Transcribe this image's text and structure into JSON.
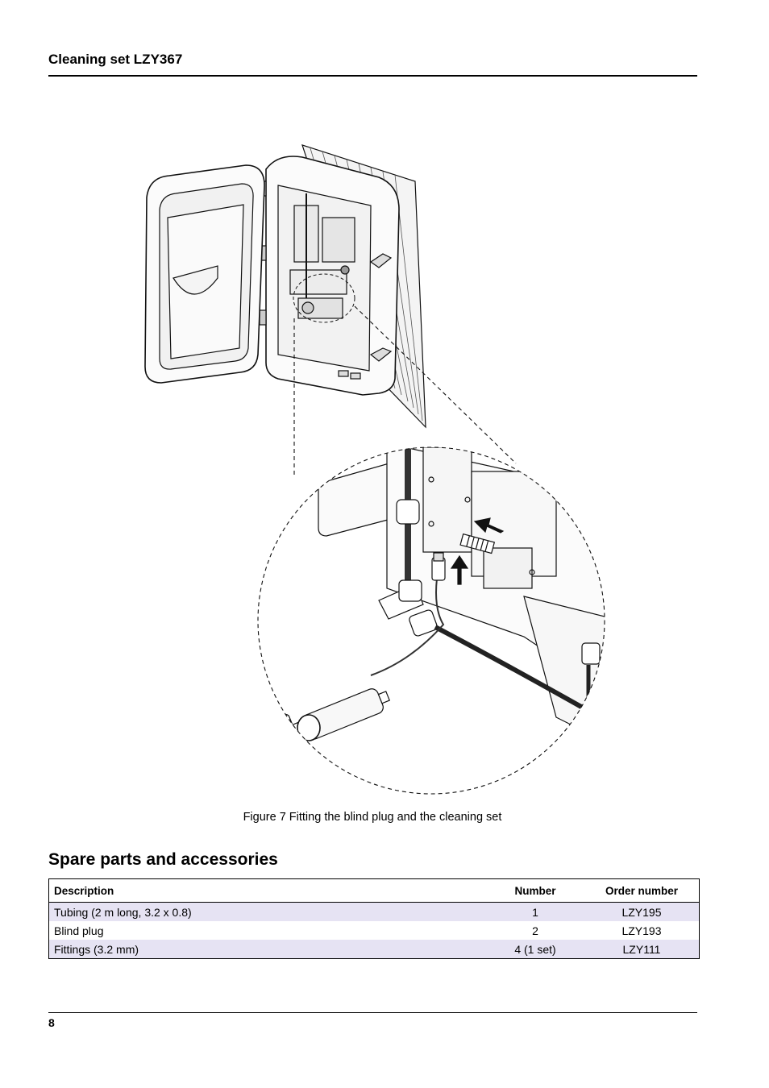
{
  "header": {
    "title": "Cleaning set LZY367"
  },
  "figure": {
    "caption": "Figure 7 Fitting the blind plug and the cleaning set"
  },
  "section": {
    "title": "Spare parts and accessories"
  },
  "table": {
    "headers": {
      "description": "Description",
      "number": "Number",
      "order": "Order number"
    },
    "rows": [
      {
        "description": "Tubing (2 m long, 3.2 x 0.8)",
        "number": "1",
        "order": "LZY195"
      },
      {
        "description": "Blind plug",
        "number": "2",
        "order": "LZY193"
      },
      {
        "description": "Fittings (3.2 mm)",
        "number": "4 (1 set)",
        "order": "LZY111"
      }
    ]
  },
  "footer": {
    "page_number": "8"
  }
}
